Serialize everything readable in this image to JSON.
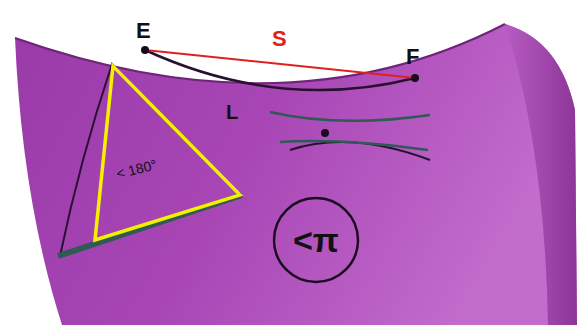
{
  "diagram": {
    "nodes": [
      {
        "text": [
          "< 180°"
        ]
      },
      {
        "text": [
          "<π"
        ]
      }
    ],
    "labels": [
      "E",
      "F",
      "S",
      "L"
    ]
  }
}
